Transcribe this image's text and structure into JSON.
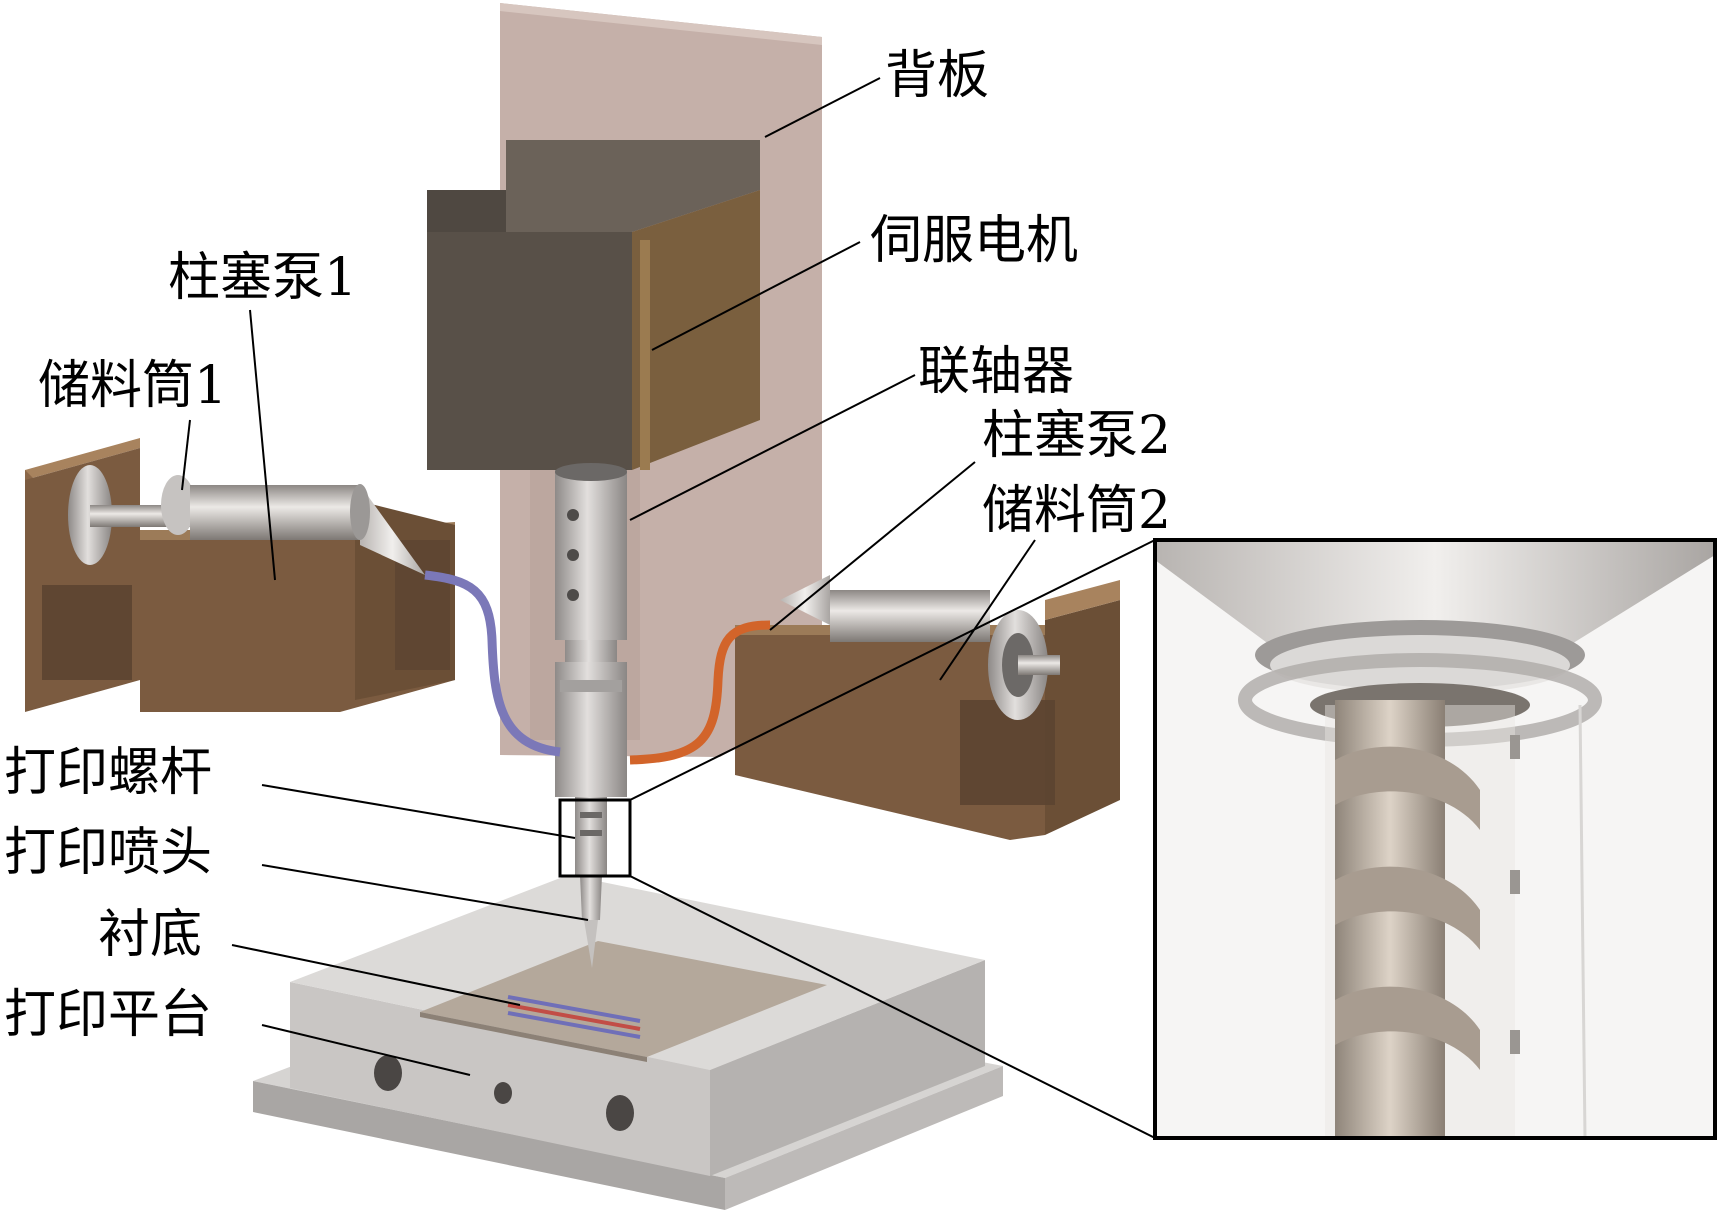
{
  "labels": {
    "back_plate": "背板",
    "servo_motor": "伺服电机",
    "coupling": "联轴器",
    "plunger_pump_2": "柱塞泵2",
    "barrel_2": "储料筒2",
    "plunger_pump_1": "柱塞泵1",
    "barrel_1": "储料筒1",
    "print_screw": "打印螺杆",
    "print_nozzle": "打印喷头",
    "substrate": "衬底",
    "print_platform": "打印平台"
  },
  "colors": {
    "back_plate": "#c2aca4",
    "motor_front": "#585048",
    "motor_side": "#7a5f3e",
    "bracket": "#7b5b40",
    "tube_left": "#7b78b8",
    "tube_right": "#d2642a",
    "metal": "#b8b4b2",
    "platform": "#c8c5c3",
    "screw": "#b9aea2"
  }
}
